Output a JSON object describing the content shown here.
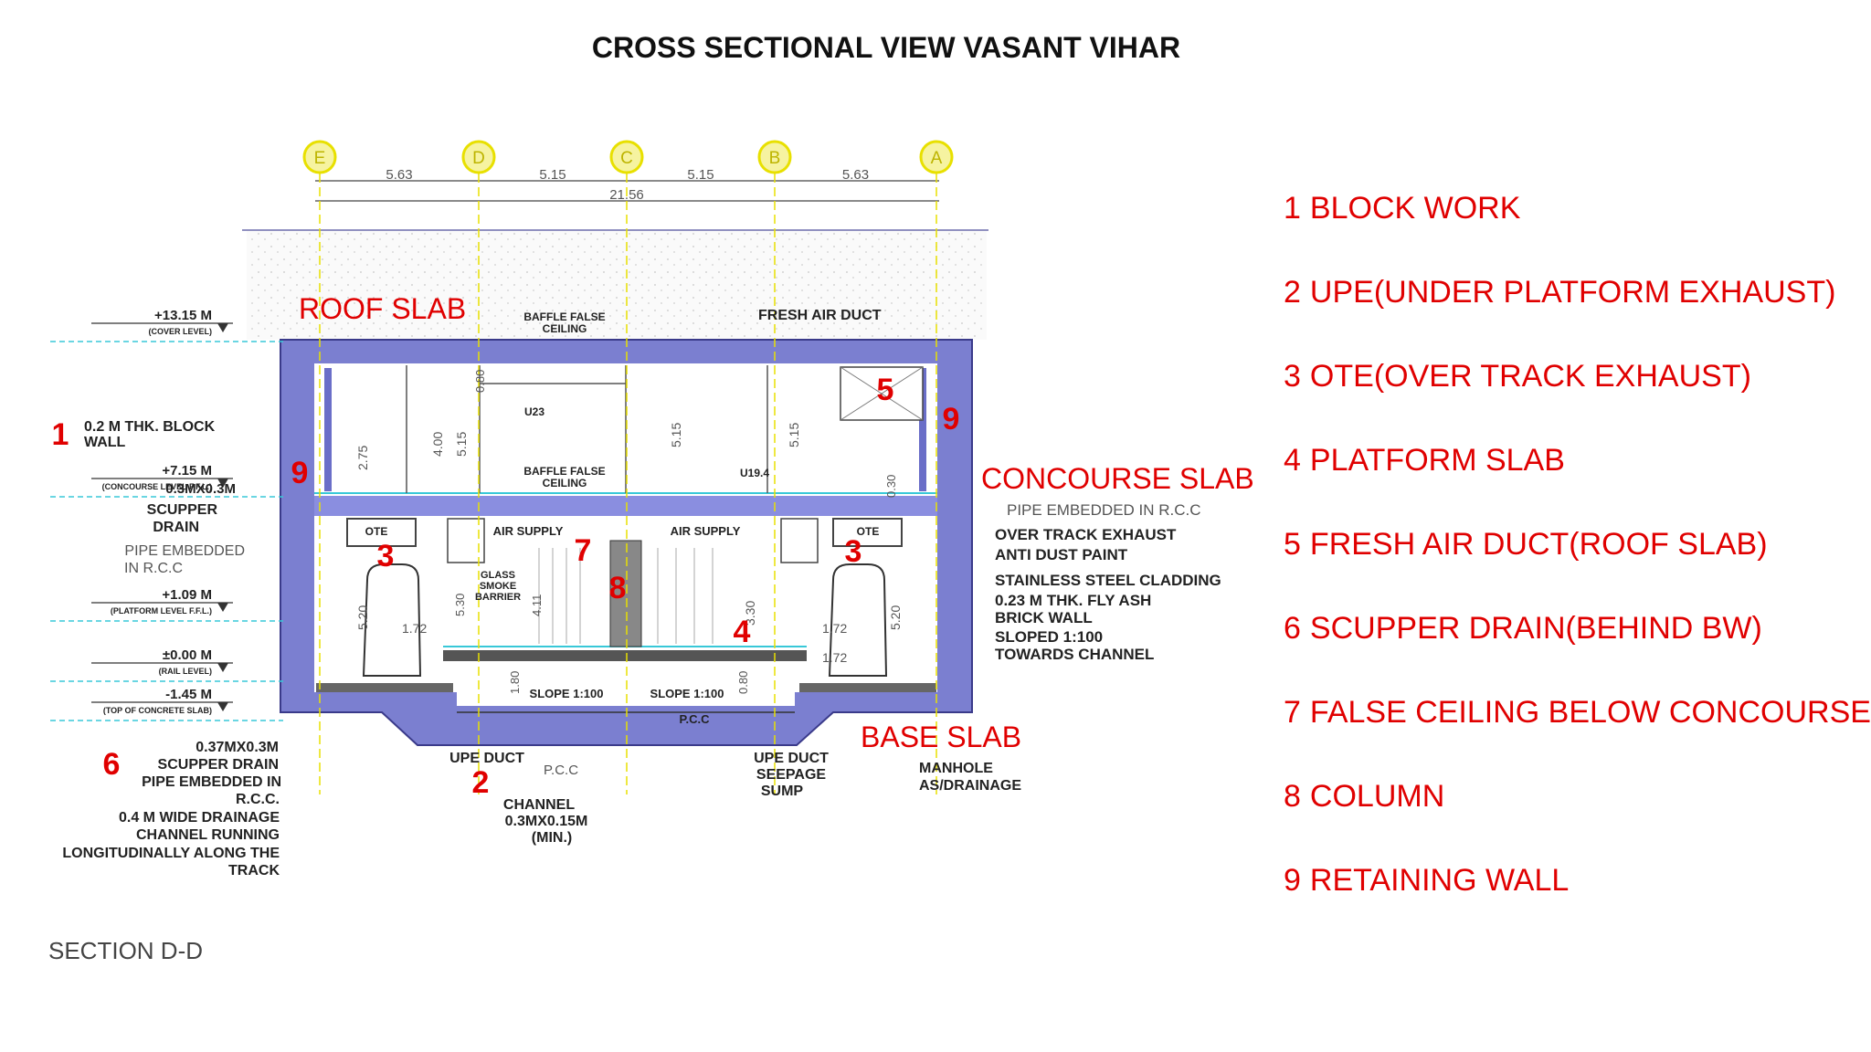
{
  "title": "CROSS SECTIONAL VIEW VASANT VIHAR",
  "legend": [
    {
      "num": "1",
      "text": "BLOCK WORK"
    },
    {
      "num": "2",
      "text": "UPE(UNDER PLATFORM EXHAUST)"
    },
    {
      "num": "3",
      "text": "OTE(OVER TRACK EXHAUST)"
    },
    {
      "num": "4",
      "text": "PLATFORM SLAB"
    },
    {
      "num": "5",
      "text": "FRESH AIR DUCT(ROOF SLAB)"
    },
    {
      "num": "6",
      "text": "SCUPPER DRAIN(BEHIND BW)"
    },
    {
      "num": "7",
      "text": "FALSE CEILING BELOW CONCOURSE"
    },
    {
      "num": "8",
      "text": "COLUMN"
    },
    {
      "num": "9",
      "text": "RETAINING WALL"
    }
  ],
  "slab_labels": {
    "roof": "ROOF SLAB",
    "concourse": "CONCOURSE SLAB",
    "base": "BASE SLAB"
  },
  "markers": [
    "1",
    "9",
    "9",
    "3",
    "7",
    "8",
    "3",
    "4",
    "5",
    "6",
    "2"
  ],
  "grid": {
    "axes": [
      "E",
      "D",
      "C",
      "B",
      "A"
    ],
    "spans": [
      "5.63",
      "5.15",
      "5.15",
      "5.63"
    ],
    "total": "21.56"
  },
  "levels": [
    {
      "value": "+13.15 M",
      "note": "(COVER LEVEL)"
    },
    {
      "value": "+7.15 M",
      "note": "(CONCOURSE LEVEL F.F.L.)"
    },
    {
      "value": "+1.09 M",
      "note": "(PLATFORM LEVEL F.F.L.)"
    },
    {
      "value": "±0.00 M",
      "note": "(RAIL LEVEL)"
    },
    {
      "value": "-1.45 M",
      "note": "(TOP OF CONCRETE SLAB)"
    }
  ],
  "left_notes": {
    "block_wall": [
      "0.2 M THK. BLOCK",
      "WALL"
    ],
    "scupper_top": [
      "0.3MX0.3M",
      "SCUPPER",
      "DRAIN"
    ],
    "pipe_top": [
      "PIPE EMBEDDED",
      "IN R.C.C"
    ],
    "scupper_bottom": [
      "0.37MX0.3M",
      "SCUPPER DRAIN",
      "PIPE EMBEDDED IN",
      "R.C.C."
    ],
    "drainage": [
      "0.4 M WIDE DRAINAGE",
      "CHANNEL RUNNING",
      "LONGITUDINALLY ALONG THE",
      "TRACK"
    ]
  },
  "right_notes": {
    "fresh_air": "FRESH AIR DUCT",
    "pipe": "PIPE EMBEDDED IN R.C.C",
    "list": [
      "OVER TRACK EXHAUST",
      "ANTI DUST PAINT",
      "STAINLESS STEEL CLADDING",
      "0.23 M THK. FLY ASH",
      "BRICK WALL",
      "SLOPED 1:100",
      "TOWARDS CHANNEL"
    ],
    "manhole": [
      "MANHOLE",
      "AS/DRAINAGE"
    ]
  },
  "inner_labels": {
    "baffle_top": [
      "BAFFLE FALSE",
      "CEILING"
    ],
    "baffle_bottom": [
      "BAFFLE FALSE",
      "CEILING"
    ],
    "u23": "U23",
    "u194": "U19.4",
    "ote": "OTE",
    "air_supply": "AIR SUPPLY",
    "glass": [
      "GLASS",
      "SMOKE",
      "BARRIER"
    ],
    "slope": "SLOPE 1:100",
    "pcc": "P.C.C",
    "upe_duct": "UPE DUCT",
    "seepage": [
      "SEEPAGE",
      "SUMP"
    ],
    "channel": [
      "CHANNEL",
      "0.3MX0.15M",
      "(MIN.)"
    ]
  },
  "dims": [
    "2.75",
    "4.00",
    "5.15",
    "5.15",
    "5.15",
    "3.30",
    "5.20",
    "5.20",
    "1.72",
    "1.72",
    "1.72",
    "1.80",
    "0.80",
    "0.80",
    "0.30",
    "5.30",
    "4.11"
  ],
  "section": "SECTION D-D",
  "colors": {
    "red": "#e00000",
    "slab": "#7b7fd0",
    "grid": "#e8e000",
    "cyan": "#38c8d8"
  }
}
